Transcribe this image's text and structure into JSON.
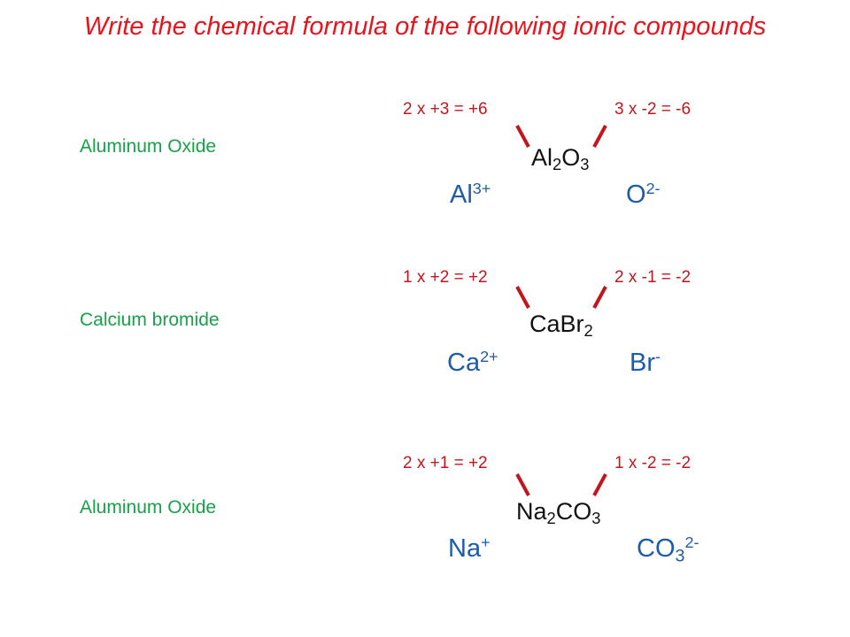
{
  "title": "Write the chemical formula of  the following ionic compounds",
  "compounds": [
    {
      "name": "Aluminum Oxide",
      "cation_calc": "2 x +3 = +6",
      "anion_calc": "3 x -2 = -6",
      "formula": [
        {
          "text": "Al",
          "sub": "2"
        },
        {
          "text": "O",
          "sub": "3"
        }
      ],
      "cation": {
        "symbol": "Al",
        "sub": "",
        "charge": "3+"
      },
      "anion": {
        "symbol": "O",
        "sub": "",
        "charge": "2-"
      }
    },
    {
      "name": "Calcium bromide",
      "cation_calc": "1 x +2 = +2",
      "anion_calc": "2 x -1 = -2",
      "formula": [
        {
          "text": "Ca",
          "sub": ""
        },
        {
          "text": "Br",
          "sub": "2"
        }
      ],
      "cation": {
        "symbol": "Ca",
        "sub": "",
        "charge": "2+"
      },
      "anion": {
        "symbol": "Br",
        "sub": "",
        "charge": "-"
      }
    },
    {
      "name": "Aluminum Oxide",
      "cation_calc": "2 x +1 = +2",
      "anion_calc": "1 x -2 = -2",
      "formula": [
        {
          "text": "Na",
          "sub": "2"
        },
        {
          "text": "CO",
          "sub": "3"
        }
      ],
      "cation": {
        "symbol": "Na",
        "sub": "",
        "charge": "+"
      },
      "anion": {
        "symbol": "CO",
        "sub": "3",
        "charge": "2-"
      }
    }
  ],
  "colors": {
    "title": "#e8141c",
    "name": "#19a04a",
    "calc": "#c0171f",
    "formula": "#111111",
    "ion": "#1d5ca8"
  }
}
